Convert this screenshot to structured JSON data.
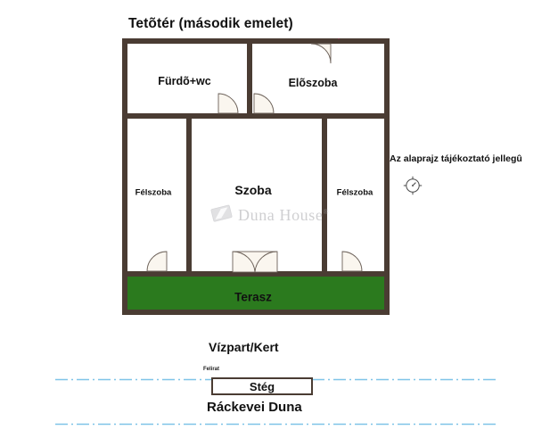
{
  "document": {
    "title": "Tetõtér (második emelet)",
    "disclaimer": "Az alaprajz tájékoztató jellegû"
  },
  "floorplan": {
    "rooms": [
      {
        "key": "furdo_wc",
        "label": "Fürdõ+wc",
        "type": "bathroom"
      },
      {
        "key": "eloszoba",
        "label": "Elõszoba",
        "type": "hall"
      },
      {
        "key": "felszoba_l",
        "label": "Félszoba",
        "type": "half-room"
      },
      {
        "key": "szoba",
        "label": "Szoba",
        "type": "room"
      },
      {
        "key": "felszoba_r",
        "label": "Félszoba",
        "type": "half-room"
      },
      {
        "key": "terasz",
        "label": "Terasz",
        "type": "terrace"
      }
    ],
    "colors": {
      "wall": "#4a3c33",
      "terrace_fill": "#2b7a1e",
      "entrance_arrow": "#a81e55",
      "water_line": "#7fc4e8",
      "room_fill": "#ffffff"
    },
    "entrance_marker": "down-arrow"
  },
  "surroundings": {
    "shore_label": "Vízpart/Kert",
    "pier_label": "Stég",
    "pier_annotation": "Felirat",
    "river_label": "Ráckevei Duna"
  },
  "watermark": {
    "text": "Duna House",
    "registered": "®"
  },
  "icons": {
    "compass": "compass-rose-icon",
    "entrance": "entrance-arrow-icon",
    "logo": "duna-house-logo-icon"
  }
}
